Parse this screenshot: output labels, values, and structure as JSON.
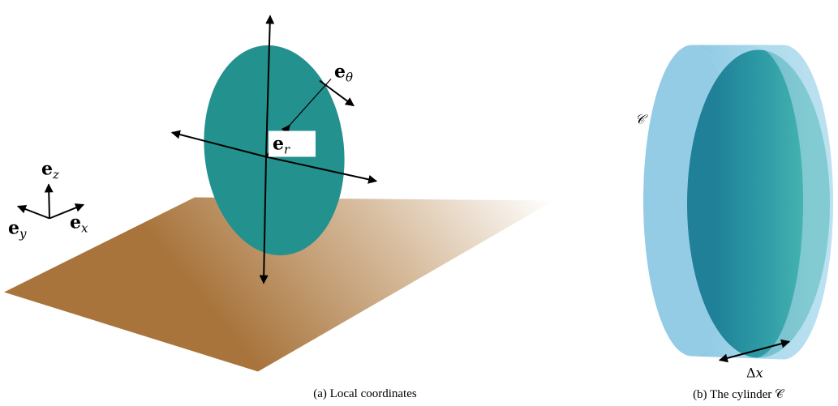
{
  "panel_a": {
    "basis": {
      "ez": {
        "base": "e",
        "sub": "z"
      },
      "ey": {
        "base": "e",
        "sub": "y"
      },
      "ex": {
        "base": "e",
        "sub": "x"
      }
    },
    "disk_labels": {
      "er": {
        "base": "e",
        "sub": "r"
      },
      "etheta": {
        "base": "e",
        "sub": "θ"
      }
    },
    "caption": "(a) Local coordinates"
  },
  "panel_b": {
    "cylinder_label": "𝒞",
    "width_label": {
      "symbol": "Δ",
      "var": "x"
    },
    "caption": "(b) The cylinder 𝒞"
  },
  "colors": {
    "disk": "#23918e",
    "plane_near": "#a8743c",
    "plane_far": "#ffffff",
    "cylinder": "#8ec9e4",
    "arrow": "#000000"
  }
}
